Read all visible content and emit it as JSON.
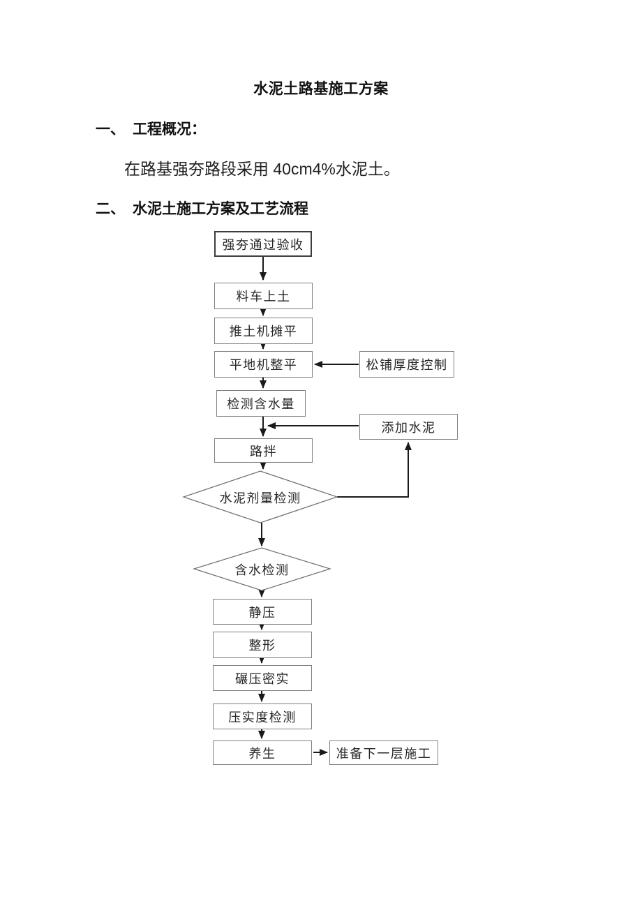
{
  "document": {
    "title": "水泥土路基施工方案",
    "section1": {
      "marker": "一、",
      "heading": "工程概况：",
      "body": "在路基强夯路段采用 40cm4%水泥土。"
    },
    "section2": {
      "marker": "二、",
      "heading": "水泥土施工方案及工艺流程"
    }
  },
  "flowchart": {
    "node_acceptance": "强夯通过验收",
    "node_loading": "料车上土",
    "node_bulldozer": "推土机摊平",
    "node_grader": "平地机整平",
    "node_thickness_control": "松铺厚度控制",
    "node_moisture_test": "检测含水量",
    "node_add_cement": "添加水泥",
    "node_road_mix": "路拌",
    "node_cement_dose_check": "水泥剂量检测",
    "node_water_check": "含水检测",
    "node_static_press": "静压",
    "node_shaping": "整形",
    "node_compaction": "碾压密实",
    "node_compaction_test": "压实度检测",
    "node_curing": "养生",
    "node_next_layer": "准备下一层施工"
  },
  "colors": {
    "page_background": "#ffffff",
    "box_border": "#7f7f7f",
    "start_box_border": "#3d3d3d",
    "diamond_border": "#6e6e6e",
    "arrow": "#1a1a1a",
    "text": "#262626",
    "heading_text": "#111111"
  }
}
